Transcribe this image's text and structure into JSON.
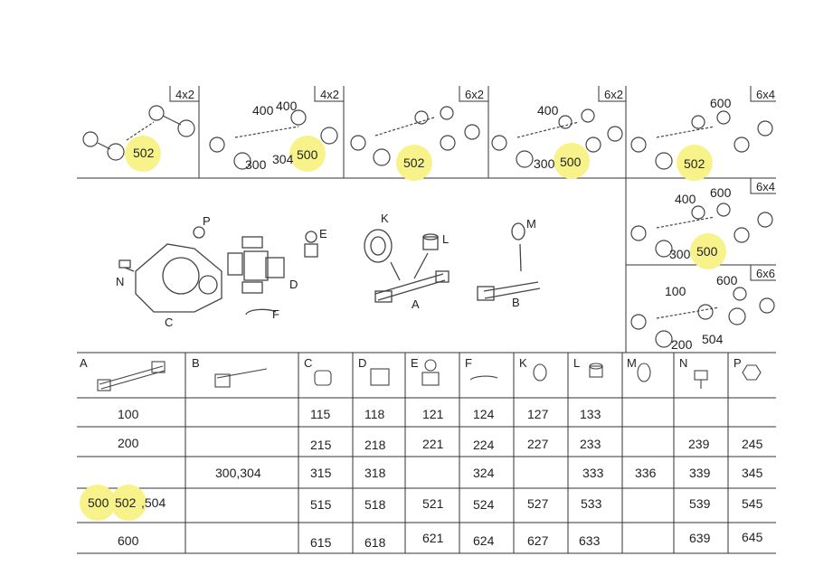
{
  "colors": {
    "highlight": "#f7f38a",
    "line": "#333333"
  },
  "configs": [
    {
      "type": "4x2",
      "labels": [
        "502"
      ],
      "highlight": [
        "502"
      ]
    },
    {
      "type": "4x2",
      "labels": [
        "400",
        "400",
        "300",
        "304",
        "500"
      ],
      "highlight": [
        "500"
      ]
    },
    {
      "type": "6x2",
      "labels": [
        "502"
      ],
      "highlight": [
        "502"
      ]
    },
    {
      "type": "6x2",
      "labels": [
        "400",
        "300",
        "500"
      ],
      "highlight": [
        "500"
      ]
    },
    {
      "type": "6x4",
      "labels": [
        "600",
        "502"
      ],
      "highlight": [
        "502"
      ]
    },
    {
      "type": "6x4",
      "labels": [
        "400",
        "600",
        "300",
        "500"
      ],
      "highlight": [
        "500"
      ]
    },
    {
      "type": "6x6",
      "labels": [
        "100",
        "600",
        "200",
        "504"
      ],
      "highlight": []
    }
  ],
  "parts_letters": [
    "P",
    "N",
    "C",
    "E",
    "D",
    "F",
    "K",
    "L",
    "A",
    "M",
    "B"
  ],
  "table": {
    "headers": [
      "A",
      "B",
      "C",
      "D",
      "E",
      "F",
      "K",
      "L",
      "M",
      "N",
      "P"
    ],
    "rows": [
      {
        "a": "100",
        "b": "",
        "cells": [
          "115",
          "118",
          "121",
          "124",
          "127",
          "133",
          "",
          "",
          ""
        ]
      },
      {
        "a": "200",
        "b": "",
        "cells": [
          "215",
          "218",
          "221",
          "224",
          "227",
          "233",
          "",
          "239",
          "245"
        ]
      },
      {
        "a": "",
        "b": "300,304",
        "cells": [
          "315",
          "318",
          "",
          "324",
          "",
          "333",
          "336",
          "339",
          "345"
        ]
      },
      {
        "a_parts": [
          "500",
          "502",
          ",504"
        ],
        "b": "",
        "cells": [
          "515",
          "518",
          "521",
          "524",
          "527",
          "533",
          "",
          "539",
          "545"
        ]
      },
      {
        "a": "600",
        "b": "",
        "cells": [
          "615",
          "618",
          "621",
          "624",
          "627",
          "633",
          "",
          "639",
          "645"
        ]
      }
    ]
  }
}
